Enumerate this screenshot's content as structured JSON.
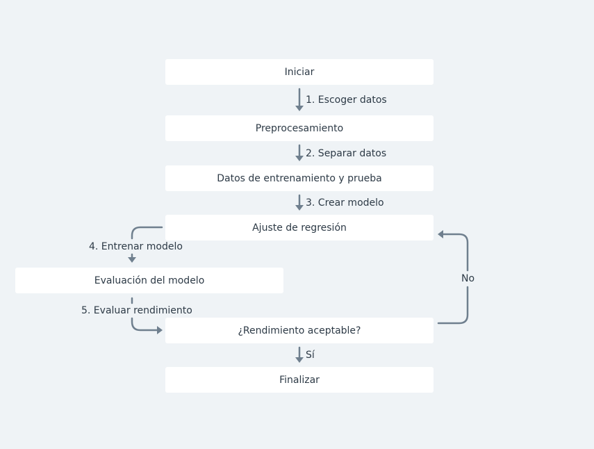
{
  "nodes": {
    "start": "Iniciar",
    "preprocessing": "Preprocesamiento",
    "train_test_data": "Datos de entrenamiento y prueba",
    "regression_fit": "Ajuste de regresión",
    "model_evaluation": "Evaluación del modelo",
    "acceptable_performance": "¿Rendimiento aceptable?",
    "finish": "Finalizar"
  },
  "edges": {
    "choose_data": "1. Escoger datos",
    "split_data": "2. Separar datos",
    "create_model": "3. Crear modelo",
    "train_model": "4. Entrenar modelo",
    "evaluate_performance": "5. Evaluar rendimiento",
    "no": "No",
    "yes": "Sí"
  },
  "colors": {
    "background": "#eff3f6",
    "node_fill": "#ffffff",
    "edge": "#6f7f8e",
    "text": "#2d3a46"
  }
}
